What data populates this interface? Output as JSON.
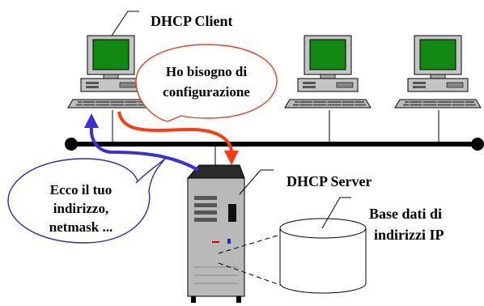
{
  "labels": {
    "client": "DHCP Client",
    "server": "DHCP Server",
    "database_line1": "Base dati di",
    "database_line2": "indirizzi IP"
  },
  "request_bubble": {
    "line1": "Ho bisogno di",
    "line2": "configurazione"
  },
  "reply_bubble": {
    "line1": "Ecco il tuo",
    "line2": "indirizzo,",
    "line3": "netmask ..."
  },
  "colors": {
    "screen": "#118811",
    "chassis": "#c0c0c0",
    "request_arrow": "#ff3a10",
    "reply_arrow": "#3a30d8",
    "request_bubble_border": "#e8401c",
    "reply_bubble_border": "#2a2ab8",
    "network_line": "#000000"
  }
}
